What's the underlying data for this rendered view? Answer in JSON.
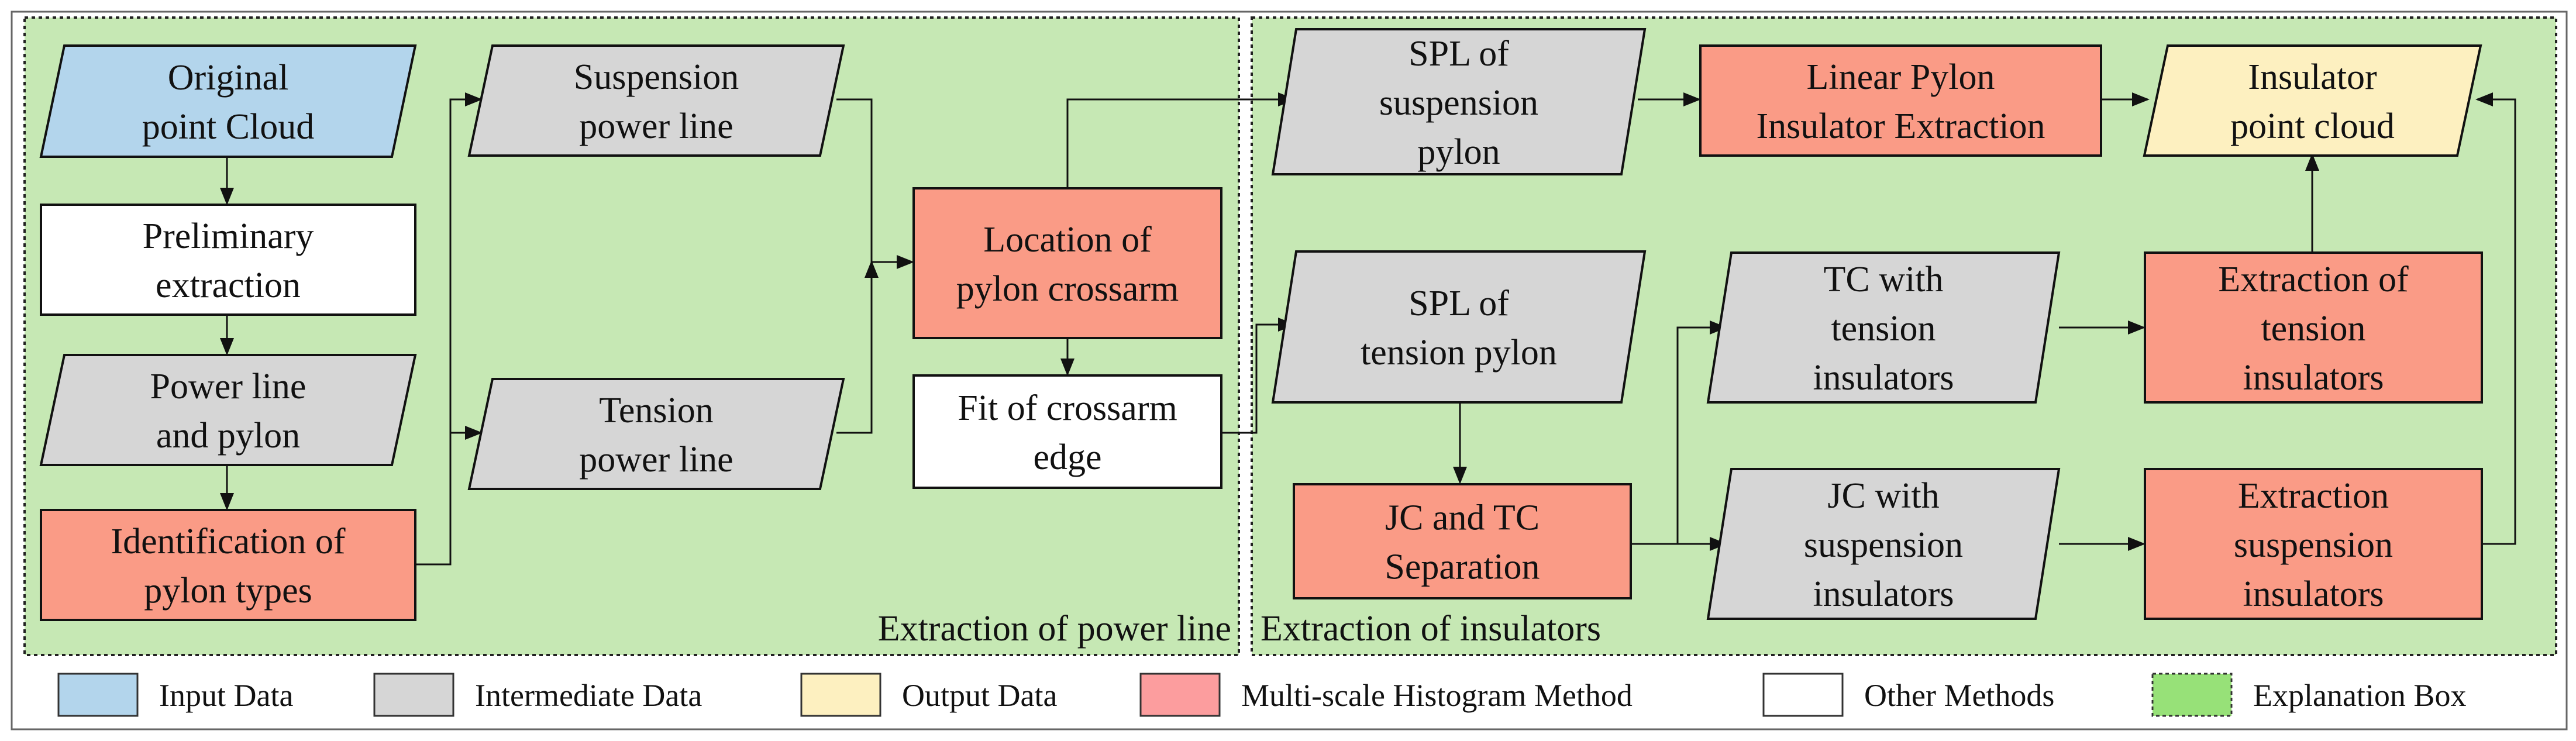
{
  "colors": {
    "input": "#b3d5ec",
    "intermediate": "#d6d6d6",
    "output": "#fdf0c0",
    "multiscale": "#fa9b86",
    "other": "#ffffff",
    "explanation": "#c6e8b4",
    "legend_multiscale": "#fc9d9e",
    "legend_explanation": "#97e178"
  },
  "regions": {
    "power_line_label": "Extraction of power line",
    "insulators_label": "Extraction of insulators"
  },
  "nodes": {
    "original": [
      "Original",
      "point Cloud"
    ],
    "preliminary": [
      "Preliminary",
      "extraction"
    ],
    "powerline_pylon": [
      "Power line",
      "and pylon"
    ],
    "identification": [
      "Identification of",
      "pylon types"
    ],
    "suspension": [
      "Suspension",
      "power line"
    ],
    "tension": [
      "Tension",
      "power line"
    ],
    "location": [
      "Location of",
      "pylon crossarm"
    ],
    "fit": [
      "Fit of crossarm",
      "edge"
    ],
    "spl_suspension": [
      "SPL of",
      "suspension",
      "pylon"
    ],
    "spl_tension": [
      "SPL of",
      "tension pylon"
    ],
    "jc_tc": [
      "JC and TC",
      "Separation"
    ],
    "linear": [
      "Linear Pylon",
      "Insulator Extraction"
    ],
    "insulator_cloud": [
      "Insulator",
      "point cloud"
    ],
    "tc_tension": [
      "TC with",
      "tension",
      "insulators"
    ],
    "jc_suspension": [
      "JC with",
      "suspension",
      "insulators"
    ],
    "ext_tension": [
      "Extraction of",
      "tension",
      "insulators"
    ],
    "ext_suspension": [
      "Extraction",
      "suspension",
      "insulators"
    ]
  },
  "legend": [
    {
      "key": "input",
      "label": "Input Data"
    },
    {
      "key": "intermediate",
      "label": "Intermediate Data"
    },
    {
      "key": "output",
      "label": "Output Data"
    },
    {
      "key": "multiscale",
      "label": "Multi-scale Histogram Method"
    },
    {
      "key": "other",
      "label": "Other Methods"
    },
    {
      "key": "explanation",
      "label": "Explanation Box"
    }
  ]
}
